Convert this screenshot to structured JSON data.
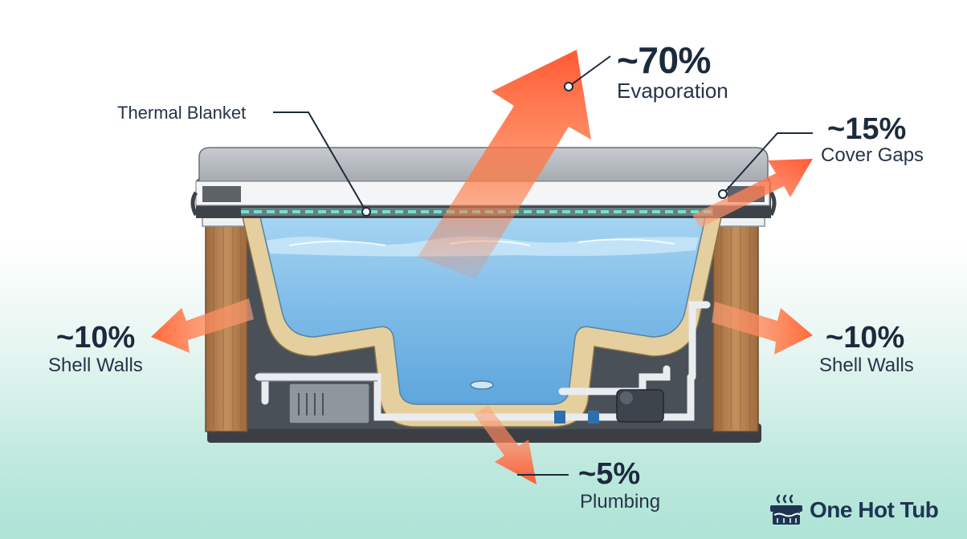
{
  "labels": {
    "thermal_blanket": "Thermal Blanket",
    "evaporation": {
      "percent": "~70%",
      "caption": "Evaporation"
    },
    "cover_gaps": {
      "percent": "~15%",
      "caption": "Cover Gaps"
    },
    "shell_walls_left": {
      "percent": "~10%",
      "caption": "Shell Walls"
    },
    "shell_walls_right": {
      "percent": "~10%",
      "caption": "Shell Walls"
    },
    "plumbing": {
      "percent": "~5%",
      "caption": "Plumbing"
    }
  },
  "brand": {
    "name": "One Hot Tub",
    "icon": "hot-tub-logo-icon"
  },
  "colors": {
    "arrow": "#ff6a3a",
    "arrow_tail": "#ffa47a",
    "water": "#8ec6ec",
    "cabinet": "#b07a4a",
    "cover": "#b9bdc2",
    "blanket_line": "#4fd7c7",
    "text": "#1c2a3d"
  }
}
